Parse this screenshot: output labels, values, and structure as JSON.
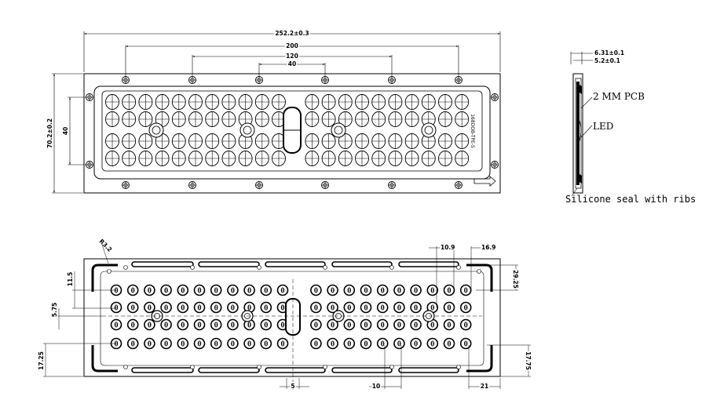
{
  "top_view": {
    "dims": {
      "overall_length": "252.2±0.3",
      "span_200": "200",
      "span_120": "120",
      "span_40": "40",
      "overall_width": "70.2±0.2",
      "inner_40": "40"
    },
    "part_code": "168DOB-TPE-S"
  },
  "side_view": {
    "dims": {
      "thickness_total": "6.31±0.1",
      "thickness_body": "5.2±0.1"
    },
    "labels": {
      "pcb": "2 MM PCB",
      "led": "LED",
      "seal": "Silicone seal with ribs"
    }
  },
  "bottom_view": {
    "dims": {
      "radius": "R3.2",
      "pitch_10_9": "10.9",
      "pitch_16_9": "16.9",
      "row_11_5": "11.5",
      "row_5_75": "5.75",
      "edge_17_25": "17.25",
      "right_29_25": "29.25",
      "right_17_75": "17.75",
      "center_5": "5",
      "pitch_10": "10",
      "edge_21": "21"
    }
  }
}
